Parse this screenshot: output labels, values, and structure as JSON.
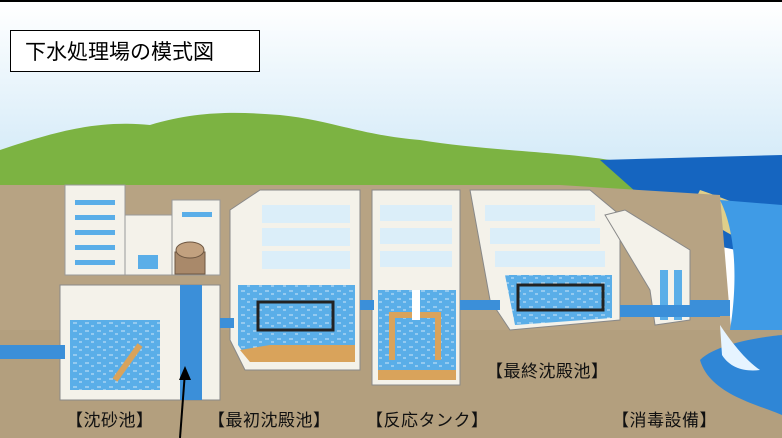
{
  "title": "下水処理場の模式図",
  "labels": {
    "grit_chamber": "【沈砂池】",
    "primary_clarifier": "【最初沈殿池】",
    "reaction_tank": "【反応タンク】",
    "final_clarifier": "【最終沈殿池】",
    "disinfection": "【消毒設備】"
  },
  "colors": {
    "sky": "#dbeef9",
    "hills": "#7cb342",
    "ground": "#b7a383",
    "water": "#5aaee8",
    "sea": "#1976d2",
    "tank_wall": "#f4f2ea",
    "pipe": "#3b8fd9",
    "sludge": "#d9a35b"
  }
}
